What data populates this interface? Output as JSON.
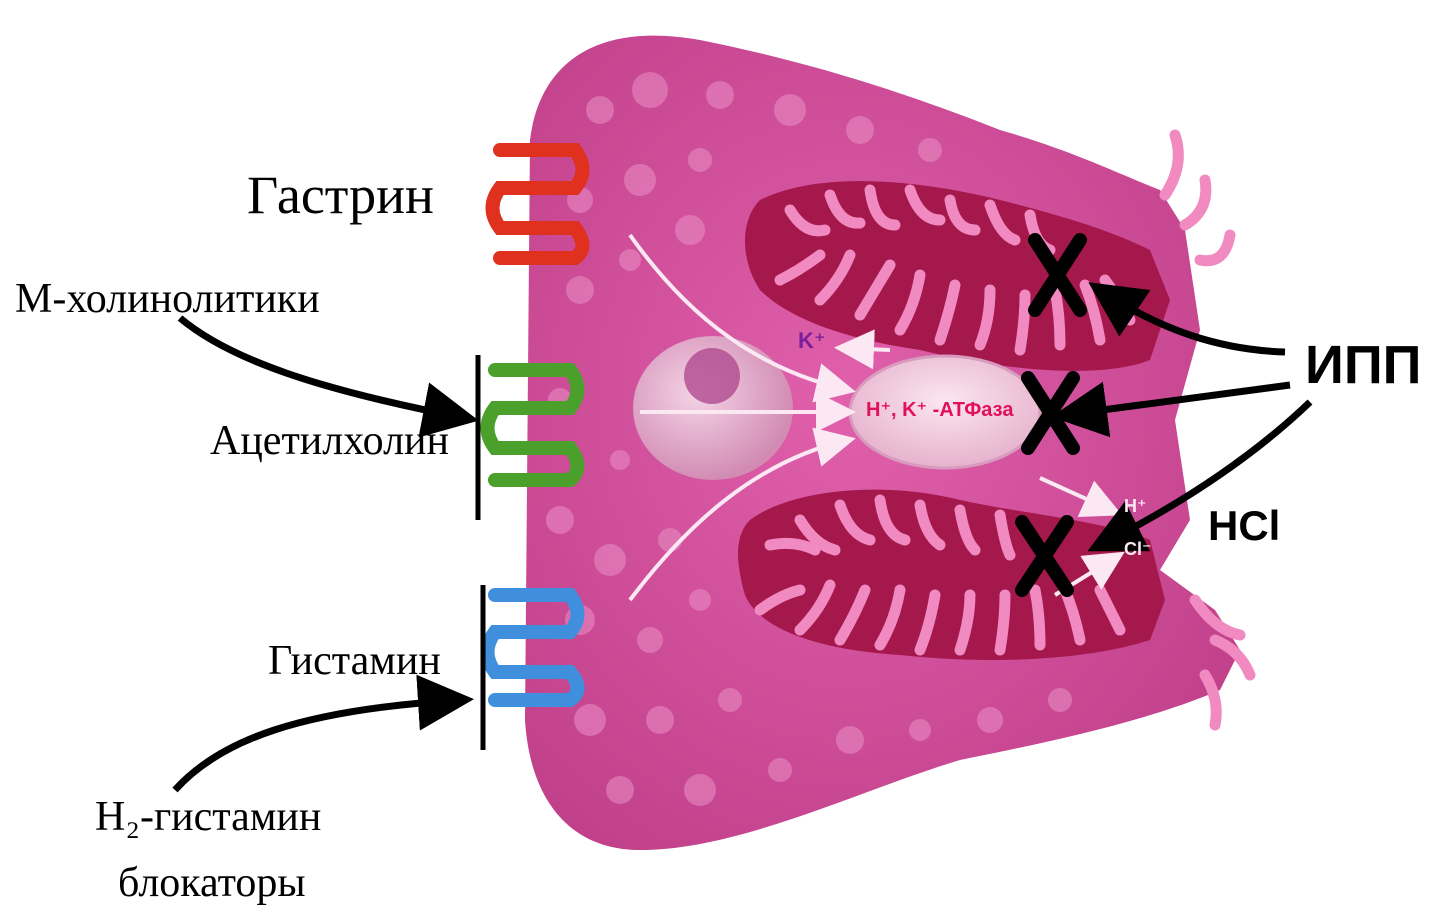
{
  "labels": {
    "gastrin": "Гастрин",
    "m_cholinolytics": "М-холинолитики",
    "acetylcholine": "Ацетилхолин",
    "histamine": "Гистамин",
    "h2_blockers_line1": "H₂-гистамин",
    "h2_blockers_line2": "блокаторы",
    "ppi": "ИПП",
    "hcl": "HCl"
  },
  "cell_labels": {
    "k_ion": "K⁺",
    "pump": "H⁺, K⁺ -АТФаза",
    "h_ion": "H⁺",
    "cl_ion": "Cl⁻"
  },
  "colors": {
    "cell_body": "#d0509a",
    "cell_granule": "#e27fb8",
    "canaliculus": "#a5184c",
    "microvilli": "#f08ac0",
    "receptor_gastrin": "#e0301e",
    "receptor_acetylcholine": "#4aa02a",
    "receptor_histamine": "#3f8fdc",
    "pump_text": "#e0105a",
    "k_text": "#7a1e9a",
    "block_mark": "#000000"
  }
}
